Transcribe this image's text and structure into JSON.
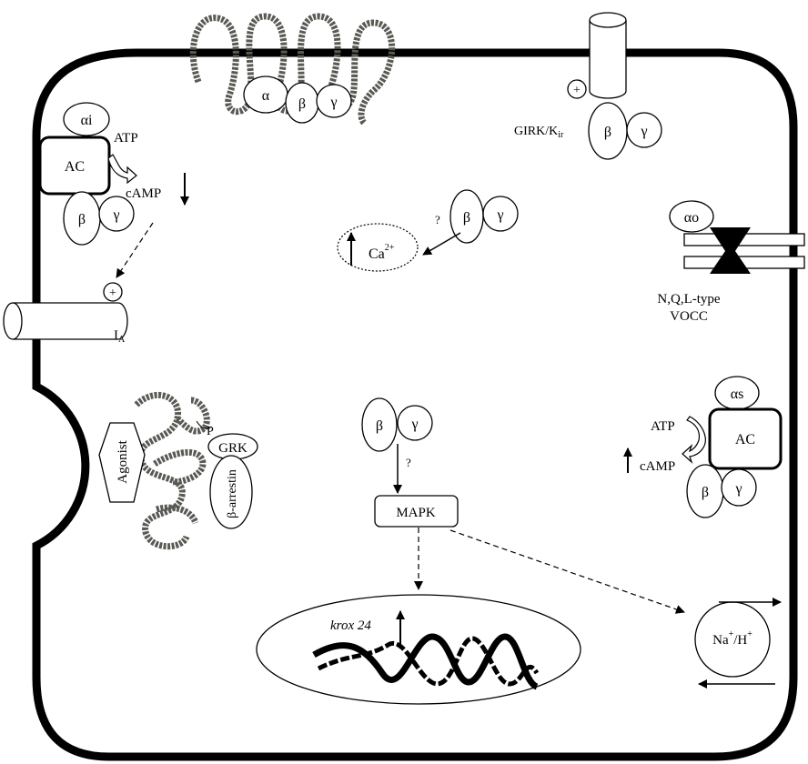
{
  "receptor": {
    "alpha": "α",
    "beta": "β",
    "gamma": "γ"
  },
  "left_ac": {
    "alpha_i": "αi",
    "ac": "AC",
    "atp": "ATP",
    "camp": "cAMP",
    "beta": "β",
    "gamma": "γ"
  },
  "ia_channel": {
    "plus": "+",
    "label": "I",
    "label_sub": "A"
  },
  "girk": {
    "plus": "+",
    "label": "GIRK/K",
    "label_sub": "ir",
    "beta": "β",
    "gamma": "γ"
  },
  "calcium": {
    "question": "?",
    "beta": "β",
    "gamma": "γ",
    "ca": "Ca",
    "ca_sup": "2+"
  },
  "vocc": {
    "alpha_o": "αo",
    "line1": "N,Q,L-type",
    "line2": "VOCC"
  },
  "internalization": {
    "agonist": "Agonist",
    "p": "P",
    "grk": "GRK",
    "arrestin": "β-arrestin"
  },
  "mapk_path": {
    "beta": "β",
    "gamma": "γ",
    "question": "?",
    "mapk": "MAPK"
  },
  "nucleus": {
    "gene": "krox 24"
  },
  "right_ac": {
    "alpha_s": "αs",
    "ac": "AC",
    "atp": "ATP",
    "camp": "cAMP",
    "beta": "β",
    "gamma": "γ"
  },
  "exchanger": {
    "na": "Na",
    "na_sup": "+",
    "slash": "/H",
    "h_sup": "+"
  }
}
